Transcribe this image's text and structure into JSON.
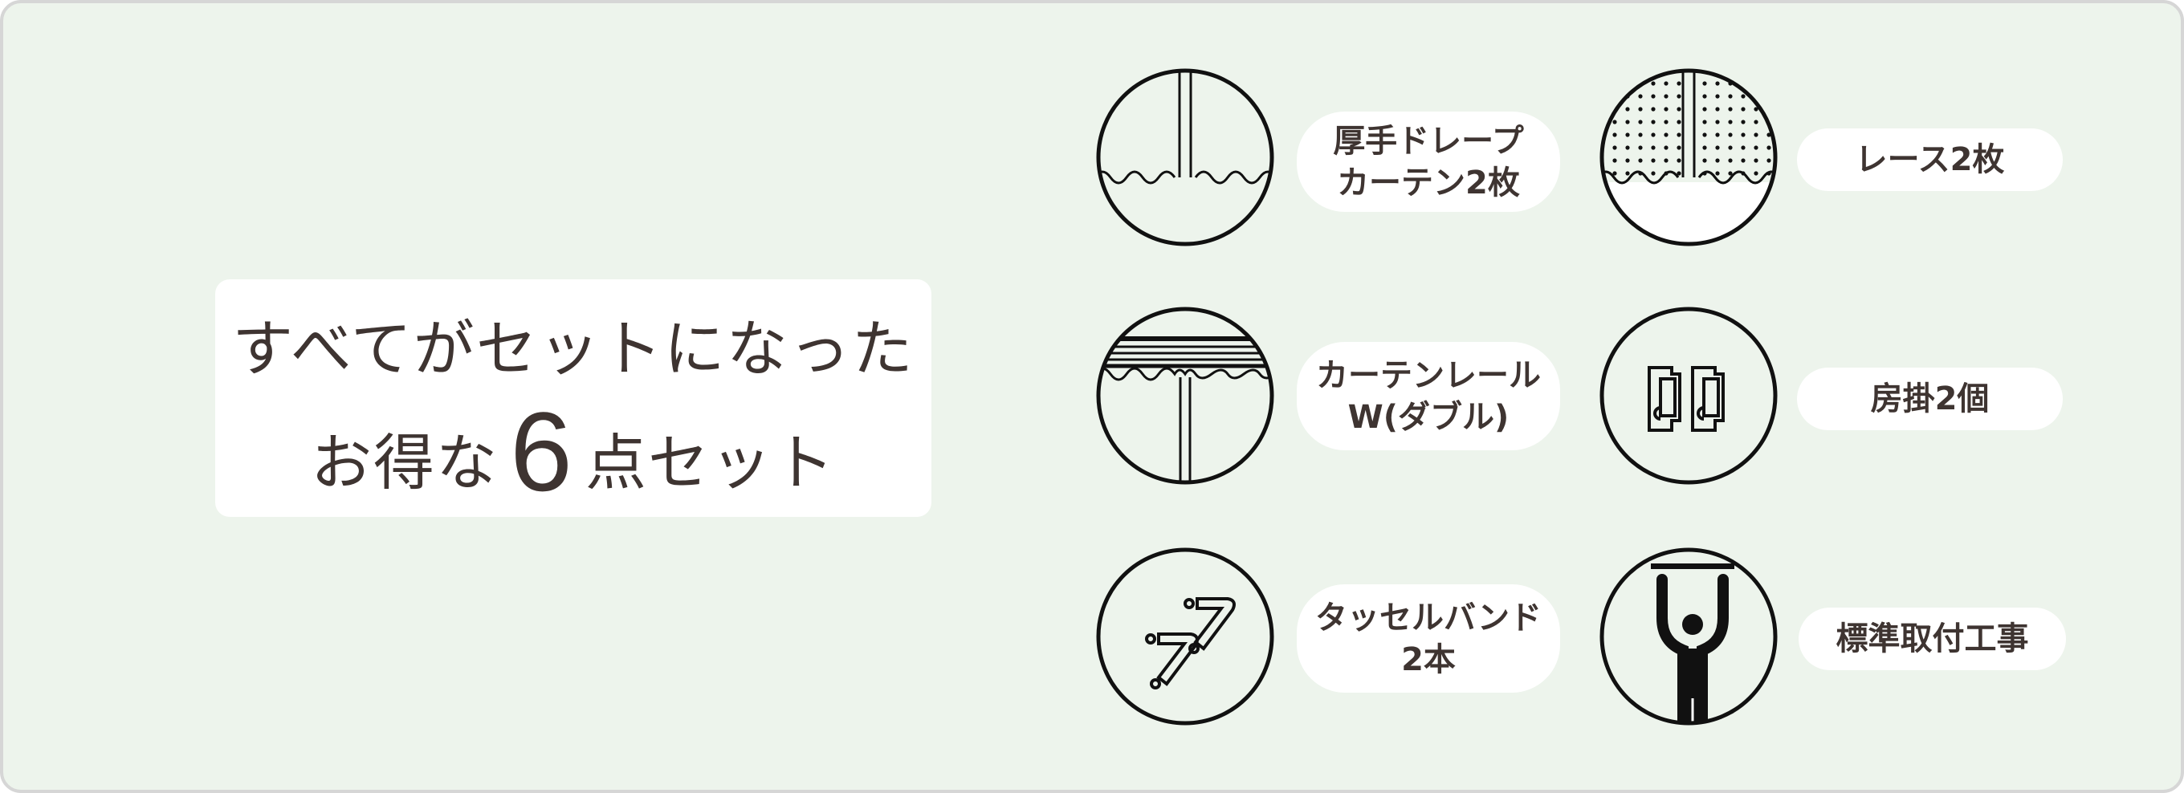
{
  "headline": {
    "line1": "すべてがセットになった",
    "line2_prefix": "お得な",
    "line2_number": "6",
    "line2_suffix": "点セット"
  },
  "items": [
    {
      "icon": "drape-curtain-icon",
      "lines": [
        "厚手ドレープ",
        "カーテン2枚"
      ]
    },
    {
      "icon": "lace-curtain-icon",
      "lines": [
        "レース2枚"
      ]
    },
    {
      "icon": "curtain-rail-icon",
      "lines": [
        "カーテンレール",
        "W(ダブル)"
      ]
    },
    {
      "icon": "tieback-hook-icon",
      "lines": [
        "房掛2個"
      ]
    },
    {
      "icon": "tassel-band-icon",
      "lines": [
        "タッセルバンド",
        "2本"
      ]
    },
    {
      "icon": "installation-icon",
      "lines": [
        "標準取付工事"
      ]
    }
  ],
  "colors": {
    "background": "#edf4ec",
    "text": "#3e3431",
    "border": "#d6d6d6"
  }
}
